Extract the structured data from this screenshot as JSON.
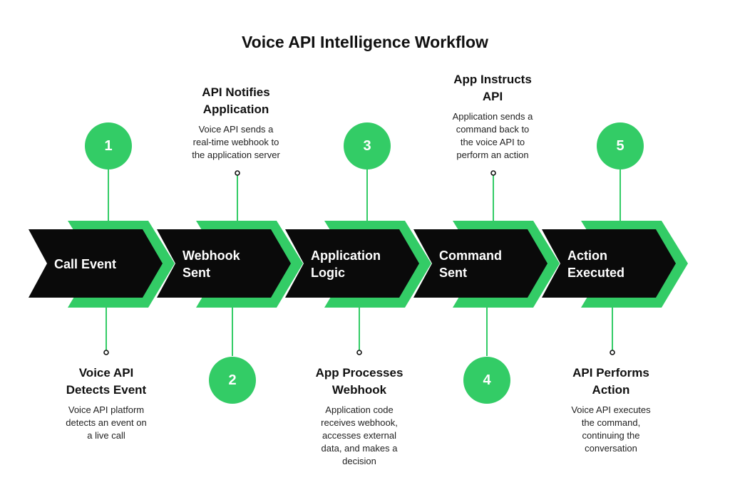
{
  "title": "Voice API Intelligence Workflow",
  "colors": {
    "accent": "#33cc66",
    "arrow": "#0a0a0a",
    "text": "#111111"
  },
  "stages": [
    {
      "label_line1": "Call Event",
      "label_line2": ""
    },
    {
      "label_line1": "Webhook",
      "label_line2": "Sent"
    },
    {
      "label_line1": "Application",
      "label_line2": "Logic"
    },
    {
      "label_line1": "Command",
      "label_line2": "Sent"
    },
    {
      "label_line1": "Action",
      "label_line2": "Executed"
    }
  ],
  "steps": [
    {
      "number": "1",
      "title_line1": "Voice API",
      "title_line2": "Detects Event",
      "body_lines": [
        "Voice API platform",
        "detects an event on",
        "a live call"
      ]
    },
    {
      "number": "2",
      "title_line1": "API Notifies",
      "title_line2": "Application",
      "body_lines": [
        "Voice API sends a",
        "real-time webhook to",
        "the application server"
      ]
    },
    {
      "number": "3",
      "title_line1": "App Processes",
      "title_line2": "Webhook",
      "body_lines": [
        "Application code",
        "receives webhook,",
        "accesses external",
        "data, and makes a",
        "decision"
      ]
    },
    {
      "number": "4",
      "title_line1": "App Instructs",
      "title_line2": "API",
      "body_lines": [
        "Application sends a",
        "command back to",
        "the voice API to",
        "perform an action"
      ]
    },
    {
      "number": "5",
      "title_line1": "API Performs",
      "title_line2": "Action",
      "body_lines": [
        "Voice API executes",
        "the command,",
        "continuing the",
        "conversation"
      ]
    }
  ]
}
